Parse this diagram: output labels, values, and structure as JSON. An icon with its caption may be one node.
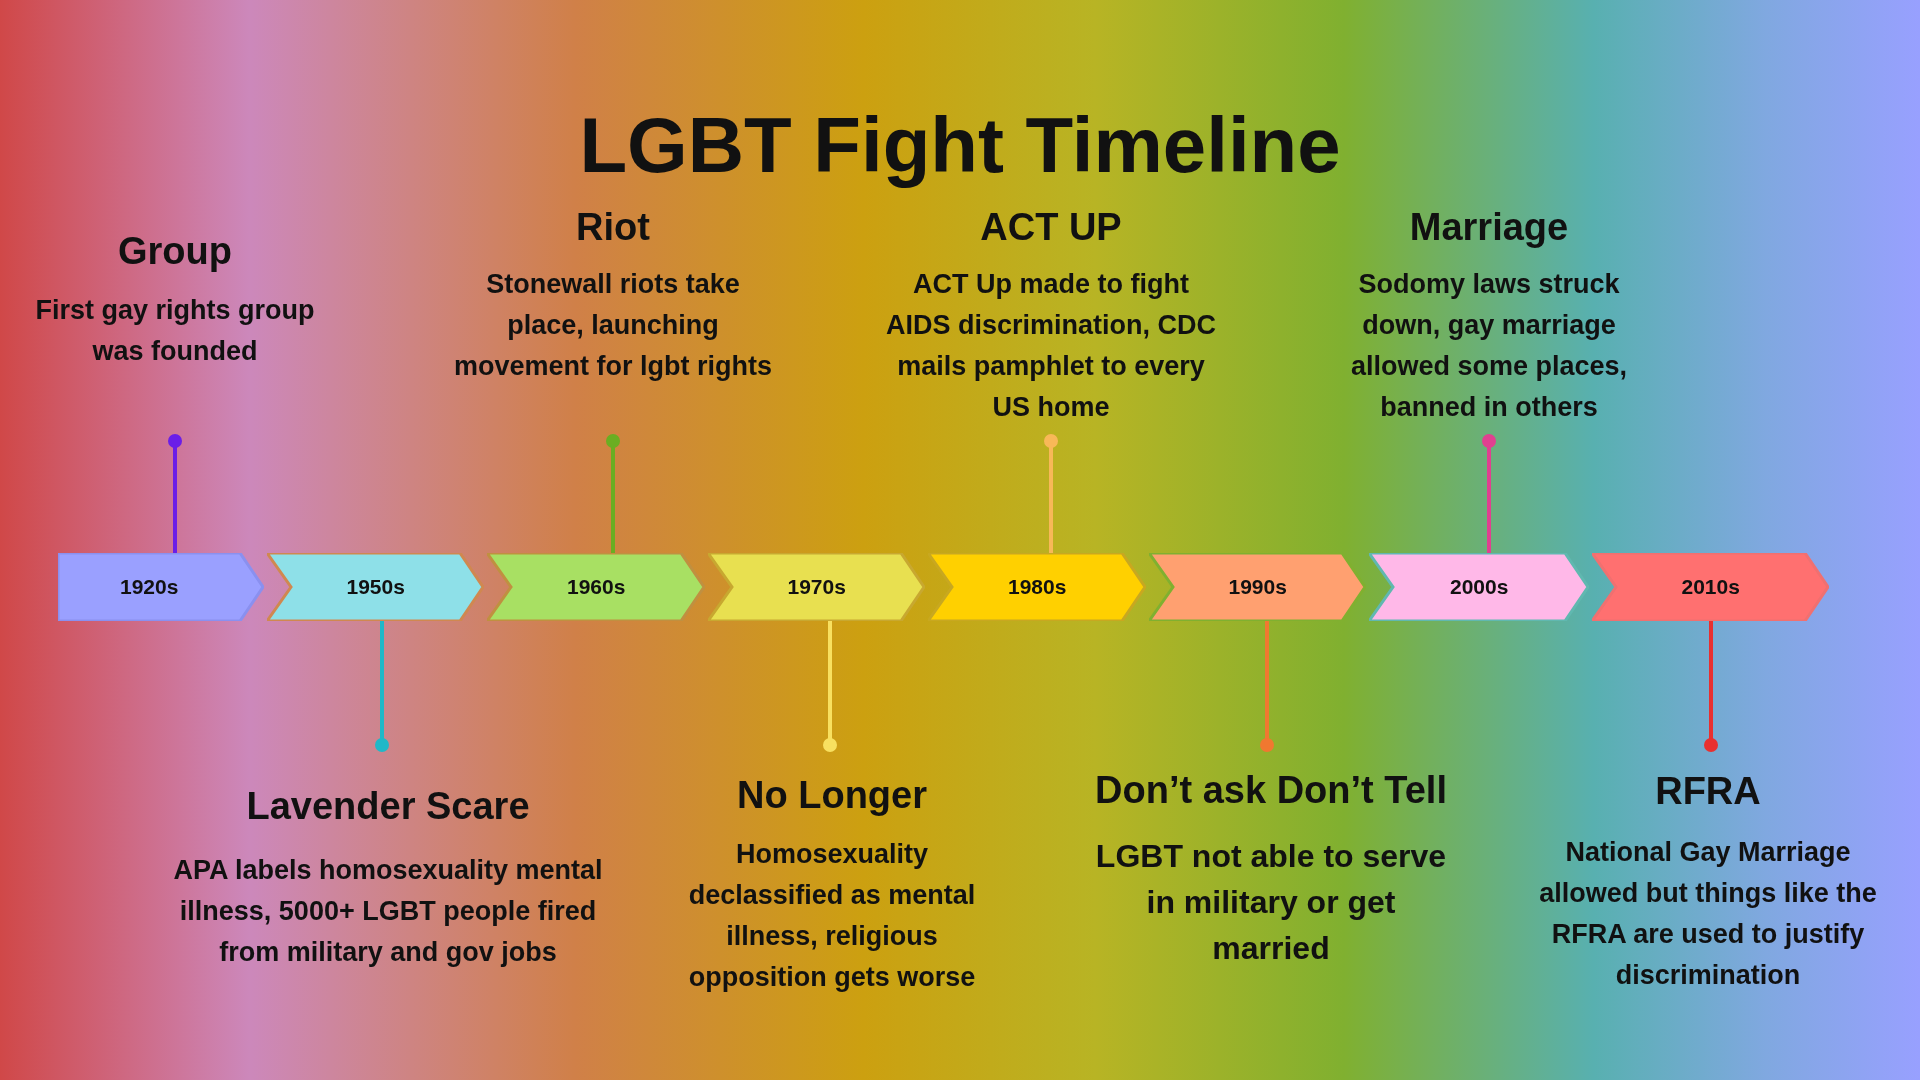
{
  "diagram": {
    "title": "LGBT Fight Timeline",
    "nodes": [
      {
        "text": [
          "1920s"
        ]
      },
      {
        "text": [
          "1950s"
        ]
      },
      {
        "text": [
          "1960s"
        ]
      },
      {
        "text": [
          "1970s"
        ]
      },
      {
        "text": [
          "1980s"
        ]
      },
      {
        "text": [
          "1990s"
        ]
      },
      {
        "text": [
          "2000s"
        ]
      },
      {
        "text": [
          "2010s"
        ]
      },
      {
        "text": [
          "Group",
          "First gay rights group was founded"
        ]
      },
      {
        "text": [
          "Lavender Scare",
          "APA labels homosexuality mental illness, 5000+ LGBT people fired from military and gov jobs"
        ]
      },
      {
        "text": [
          "Riot",
          "Stonewall riots take place, launching movement for lgbt rights"
        ]
      },
      {
        "text": [
          "No Longer",
          "Homosexuality declassified as mental illness, religious opposition gets worse"
        ]
      },
      {
        "text": [
          "ACT UP",
          "ACT Up made to fight AIDS discrimination, CDC mails pamphlet to every US home"
        ]
      },
      {
        "text": [
          "Don’t ask Don’t Tell",
          "LGBT not able to serve in military or get married"
        ]
      },
      {
        "text": [
          "Marriage",
          "Sodomy laws struck down, gay marriage allowed some places, banned in others"
        ]
      },
      {
        "text": [
          "RFRA",
          "National Gay Marriage allowed but things like the RFRA are used to justify discrimination"
        ]
      }
    ],
    "edges": [
      {
        "from": 8,
        "to": 0,
        "arrow": "other",
        "color": "#6a1ee8"
      },
      {
        "from": 9,
        "to": 1,
        "arrow": "other",
        "color": "#20b8c8"
      },
      {
        "from": 10,
        "to": 2,
        "arrow": "other",
        "color": "#6aae22"
      },
      {
        "from": 11,
        "to": 3,
        "arrow": "other",
        "color": "#f8e060"
      },
      {
        "from": 12,
        "to": 4,
        "arrow": "other",
        "color": "#f8b858"
      },
      {
        "from": 13,
        "to": 5,
        "arrow": "other",
        "color": "#f07830"
      },
      {
        "from": 14,
        "to": 6,
        "arrow": "other",
        "color": "#e04090"
      },
      {
        "from": 15,
        "to": 7,
        "arrow": "other",
        "color": "#e83030"
      }
    ]
  }
}
